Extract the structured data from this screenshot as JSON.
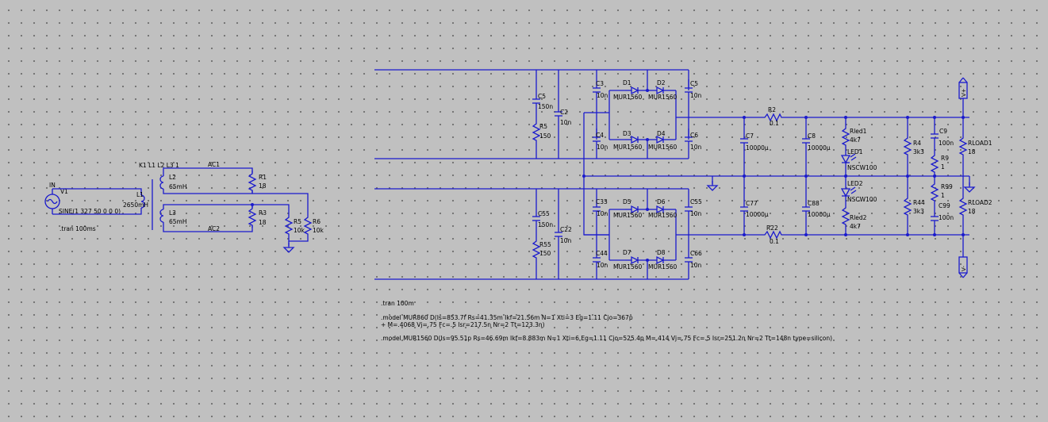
{
  "components": {
    "V1": {
      "name": "V1",
      "value": "SINE(1 327 50 0 0 0)",
      "node": "IN"
    },
    "L1": {
      "name": "L1",
      "value": "2650mH"
    },
    "L2": {
      "name": "L2",
      "value": "65mH"
    },
    "L3": {
      "name": "L3",
      "value": "65mH"
    },
    "R1": {
      "name": "R1",
      "value": "18"
    },
    "R3": {
      "name": "R3",
      "value": "18"
    },
    "R5": {
      "name": "R5",
      "value": "10k"
    },
    "R6": {
      "name": "R6",
      "value": "10k"
    },
    "C5a": {
      "name": "C5",
      "value": "150n"
    },
    "R5a": {
      "name": "R5",
      "value": "150"
    },
    "C2": {
      "name": "C2",
      "value": "10n"
    },
    "C3": {
      "name": "C3",
      "value": "10n"
    },
    "C4": {
      "name": "C4",
      "value": "10n"
    },
    "C5b": {
      "name": "C5",
      "value": "10n"
    },
    "C6": {
      "name": "C6",
      "value": "10n"
    },
    "D1": {
      "name": "D1",
      "value": "MUR1560"
    },
    "D2": {
      "name": "D2",
      "value": "MUR1560"
    },
    "D3": {
      "name": "D3",
      "value": "MUR1560"
    },
    "D4": {
      "name": "D4",
      "value": "MUR1560"
    },
    "C55a": {
      "name": "C55",
      "value": "150n"
    },
    "R55": {
      "name": "R55",
      "value": "150"
    },
    "C22": {
      "name": "C22",
      "value": "10n"
    },
    "C33": {
      "name": "C33",
      "value": "10n"
    },
    "C44": {
      "name": "C44",
      "value": "10n"
    },
    "C55b": {
      "name": "C55",
      "value": "10n"
    },
    "C66": {
      "name": "C66",
      "value": "10n"
    },
    "D5": {
      "name": "D5",
      "value": "MUR1560"
    },
    "D6": {
      "name": "D6",
      "value": "MUR1560"
    },
    "D7": {
      "name": "D7",
      "value": "MUR1560"
    },
    "D8": {
      "name": "D8",
      "value": "MUR1560"
    },
    "R2": {
      "name": "R2",
      "value": "0.1"
    },
    "R22": {
      "name": "R22",
      "value": "0.1"
    },
    "C7": {
      "name": "C7",
      "value": "10000µ"
    },
    "C77": {
      "name": "C77",
      "value": "10000µ"
    },
    "C8": {
      "name": "C8",
      "value": "10000µ"
    },
    "C88": {
      "name": "C88",
      "value": "10000µ"
    },
    "Rled1": {
      "name": "Rled1",
      "value": "4k7"
    },
    "Rled2": {
      "name": "Rled2",
      "value": "4k7"
    },
    "LED1": {
      "name": "LED1",
      "value": "NSCW100"
    },
    "LED2": {
      "name": "LED2",
      "value": "NSCW100"
    },
    "R4": {
      "name": "R4",
      "value": "3k3"
    },
    "R44": {
      "name": "R44",
      "value": "3k3"
    },
    "C9": {
      "name": "C9",
      "value": "100n"
    },
    "C99": {
      "name": "C99",
      "value": "100n"
    },
    "R9": {
      "name": "R9",
      "value": "1"
    },
    "R99": {
      "name": "R99",
      "value": "1"
    },
    "RLOAD1": {
      "name": "RLOAD1",
      "value": "18"
    },
    "RLOAD2": {
      "name": "RLOAD2",
      "value": "18"
    }
  },
  "net_labels": {
    "ac1": "AC1",
    "ac2": "AC2",
    "vplus": "V+",
    "vminus": "V-"
  },
  "directives": {
    "coupling": "K1 L1 L2 L3 1",
    "tran_small": ".tran 100ms",
    "tran_main": ".tran 100m",
    "model_mur860_line1": ".model MUR860 D(Is=853.7f Rs=41.35m Ikf=21.56m N=1 Xti=3 Eg=1.11 Cjo=367p",
    "model_mur860_line2": "+ M=.4068 Vj=.75 Fc=.5 Isr=217.5n Nr=2 Tt=123.3n)",
    "model_mur1560": ".model MUR1560 D(Is=95.51p Rs=46.69m Ikf=8.883m N=1 Xti=6 Eg=1.11 Cjo=525.4p M=.414 Vj=.75 Fc=.5 Isr=251.2n Nr=2 Tt=148n type=silicon)"
  }
}
